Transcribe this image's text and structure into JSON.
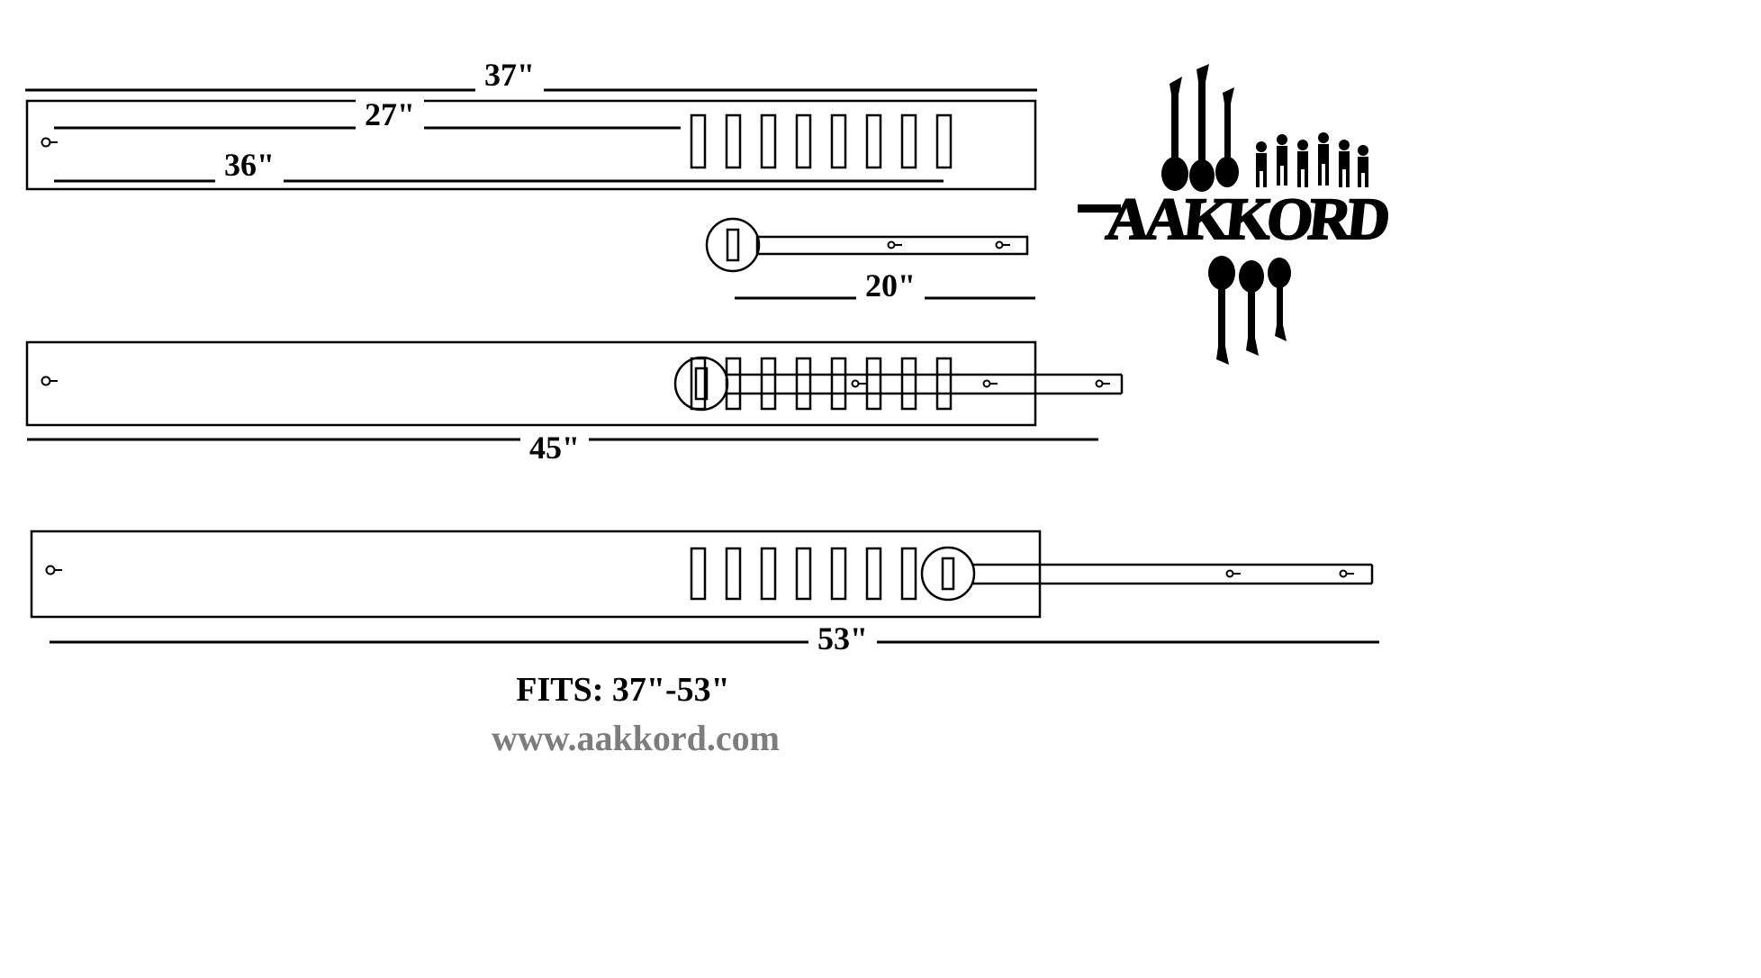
{
  "diagram": {
    "labels": {
      "dim_37": "37\"",
      "dim_27": "27\"",
      "dim_36": "36\"",
      "dim_20": "20\"",
      "dim_45": "45\"",
      "dim_53": "53\""
    },
    "fits_text": "FITS:  37\"-53\"",
    "website": "www.aakkord.com",
    "logo_text": "AAKKORD",
    "colors": {
      "ink": "#000000",
      "website_gray": "#7d7d7d"
    }
  }
}
